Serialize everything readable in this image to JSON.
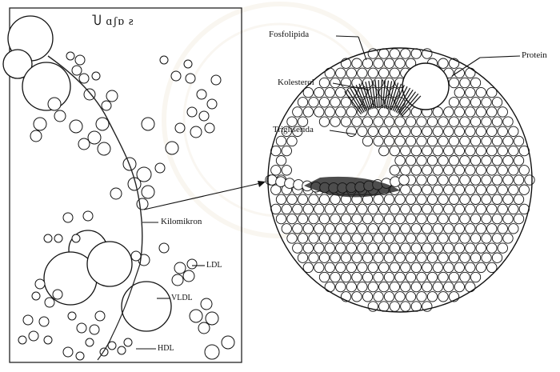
{
  "figure": {
    "header_text": "Ⴎ ɑʃɒ ƨ",
    "labels": {
      "fosfolipida": "Fosfolipida",
      "protein": "Protein",
      "kolesterol": "Kolesterol",
      "trigliserida": "Trigliserida",
      "kilomikron": "Kilomikron",
      "ldl": "LDL",
      "vldl": "VLDL",
      "hdl": "HDL"
    },
    "colors": {
      "ink": "#111111",
      "paper": "#ffffff",
      "watermark": "#f1ece2"
    }
  }
}
